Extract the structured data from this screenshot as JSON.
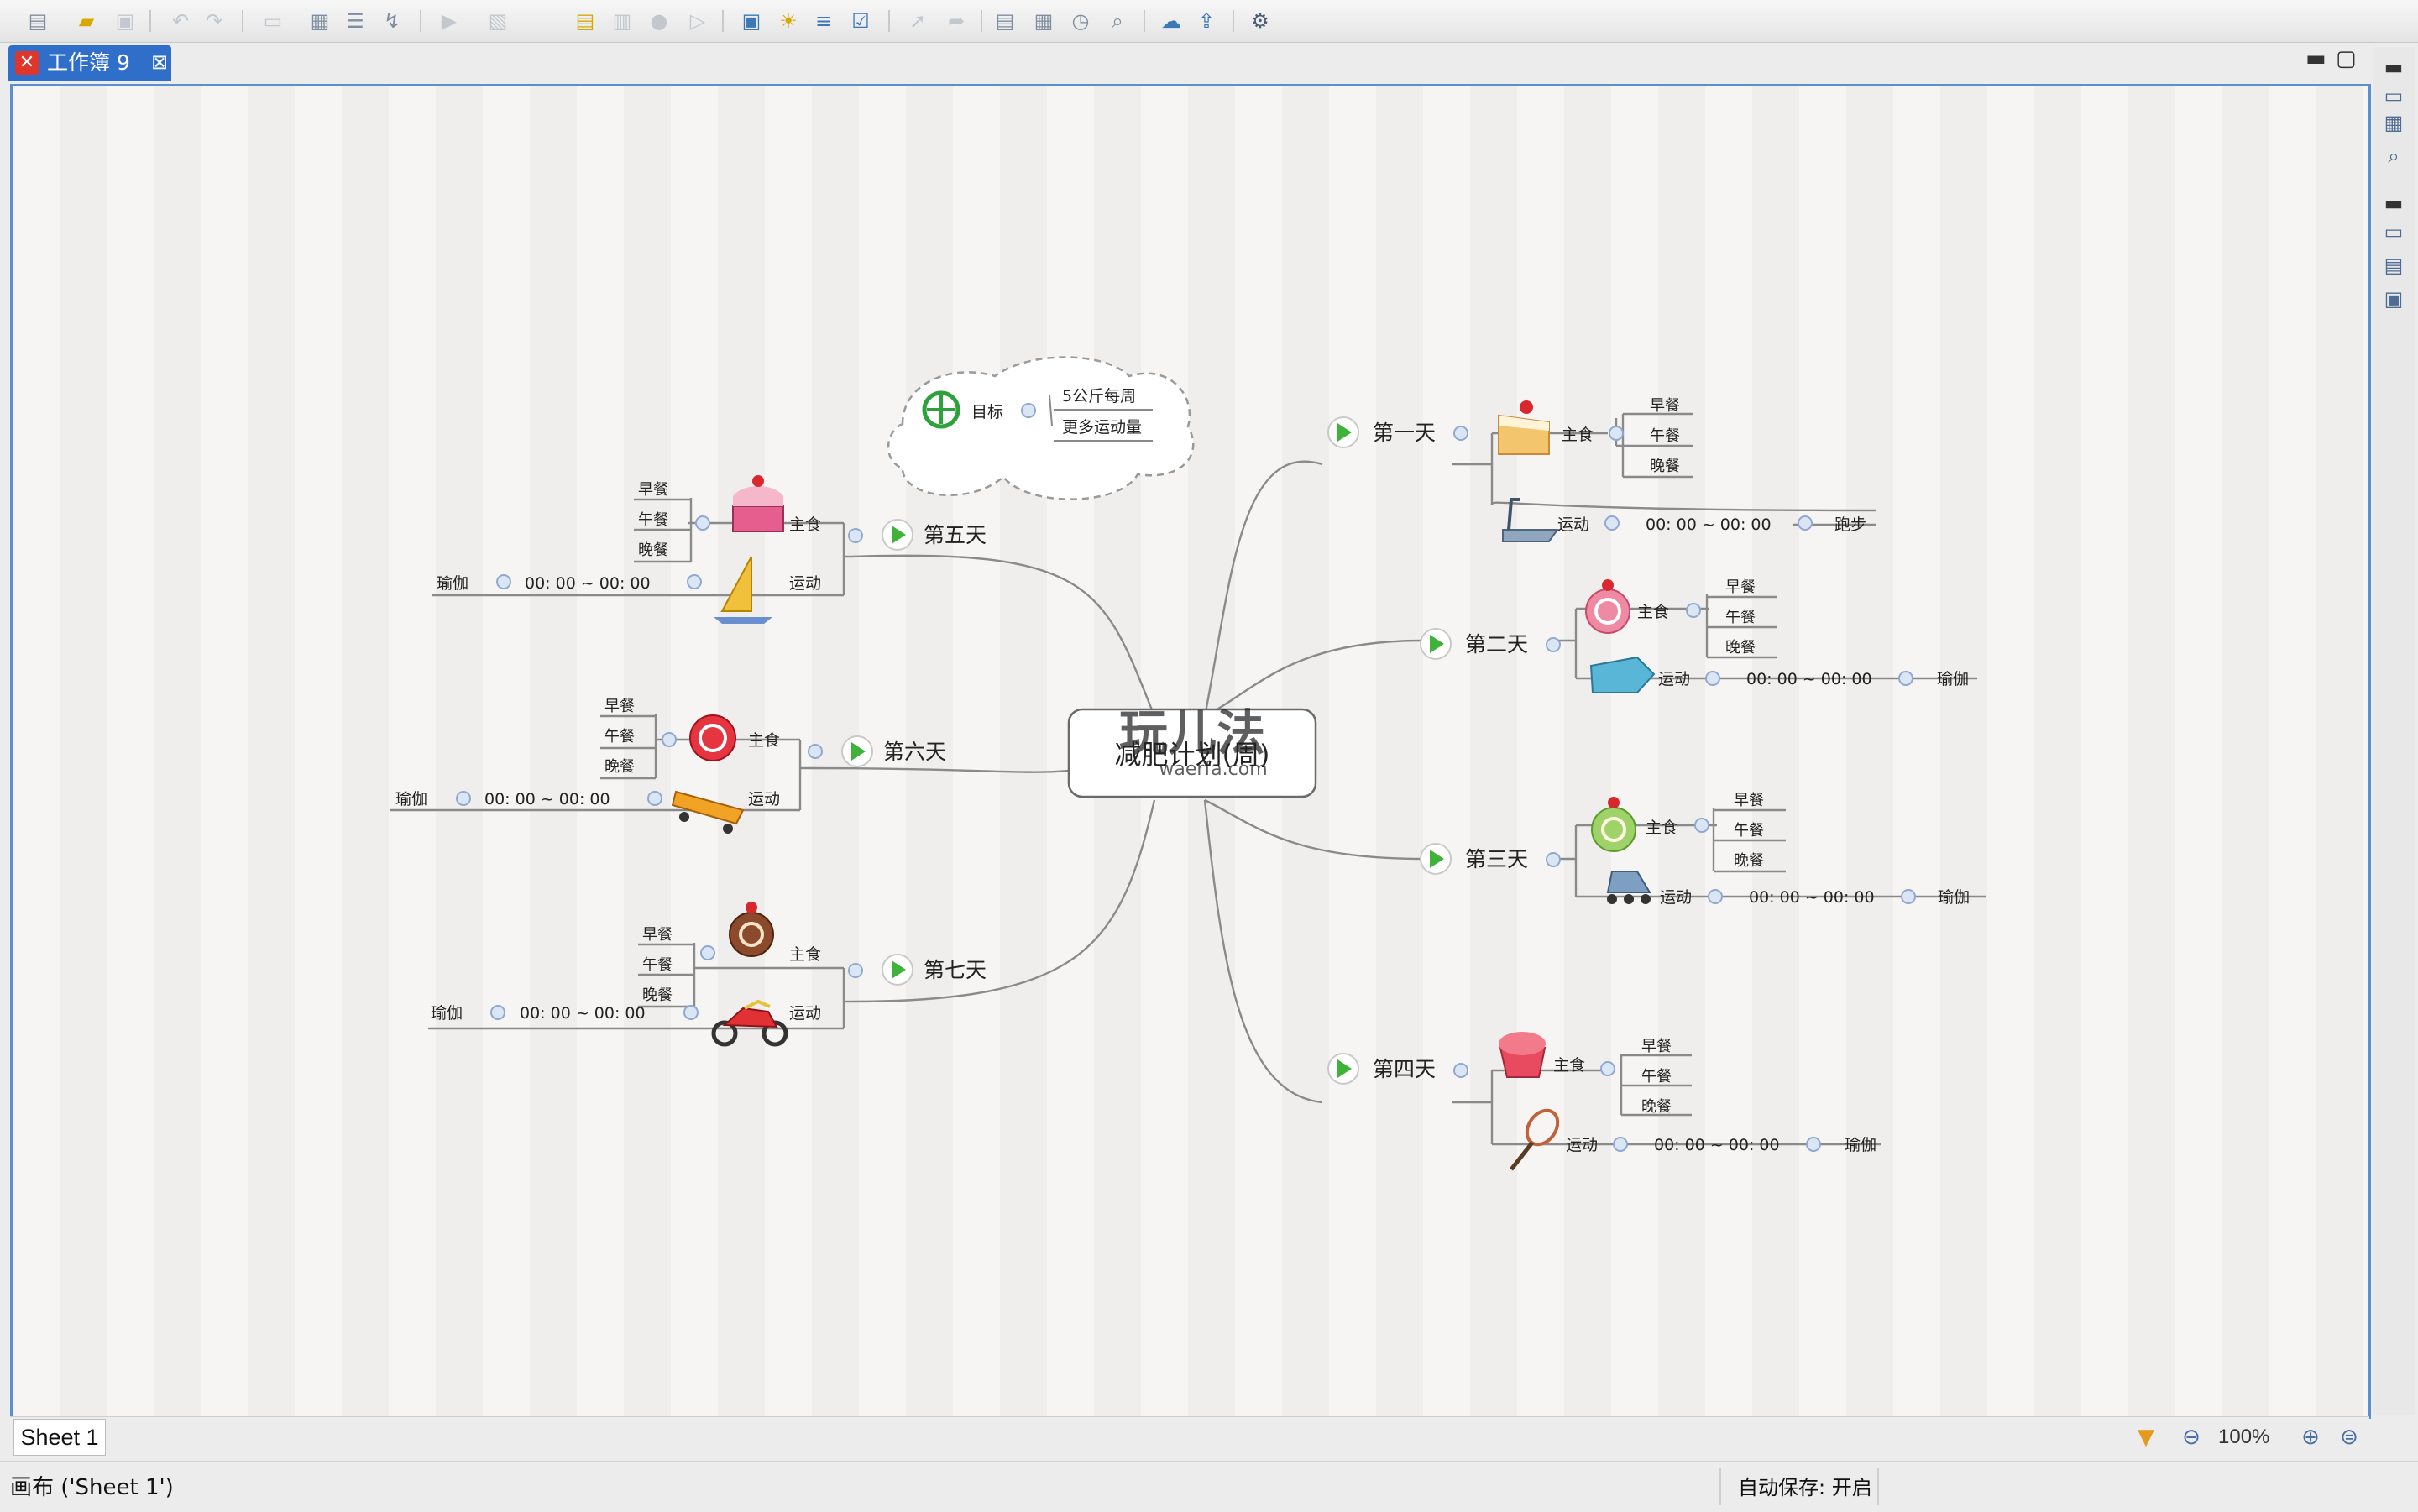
{
  "toolbar": {
    "icons": [
      "new-workbook-icon",
      "open-icon",
      "save-icon",
      "undo-icon",
      "redo-icon",
      "insert-topic-icon",
      "subtopic-icon",
      "detach-icon",
      "relationship-icon",
      "presentation-icon",
      "picture-icon",
      "boundary-icon",
      "note-icon",
      "hyperlink-icon",
      "attachment-icon",
      "marker-icon",
      "brainstorm-icon",
      "gantt-icon",
      "tasks-icon",
      "share-icon",
      "upload-icon",
      "export-icon",
      "settings-icon"
    ]
  },
  "tab": {
    "title": "工作簿 9"
  },
  "map": {
    "central": "减肥计划(周)",
    "watermark": "玩儿法",
    "watermark_url": "waerfa.com",
    "goal": {
      "label": "目标",
      "items": [
        "5公斤每周",
        "更多运动量"
      ]
    },
    "labels": {
      "food": "主食",
      "exercise": "运动",
      "meals": [
        "早餐",
        "午餐",
        "晚餐"
      ],
      "time": "00: 00 ~ 00: 00"
    },
    "days": [
      {
        "name": "第一天",
        "activity": "跑步"
      },
      {
        "name": "第二天",
        "activity": "瑜伽"
      },
      {
        "name": "第三天",
        "activity": "瑜伽"
      },
      {
        "name": "第四天",
        "activity": "瑜伽"
      },
      {
        "name": "第五天",
        "activity": "瑜伽"
      },
      {
        "name": "第六天",
        "activity": "瑜伽"
      },
      {
        "name": "第七天",
        "activity": "瑜伽"
      }
    ]
  },
  "sheet": {
    "tab": "Sheet 1",
    "zoom": "100%"
  },
  "status": {
    "left": "画布 ('Sheet 1')",
    "right": "自动保存: 开启"
  },
  "colors": {
    "tab": "#2f6fc9",
    "frame": "#5b8fd4",
    "play": "#3fb23a",
    "connector": "#8a8a8a"
  }
}
